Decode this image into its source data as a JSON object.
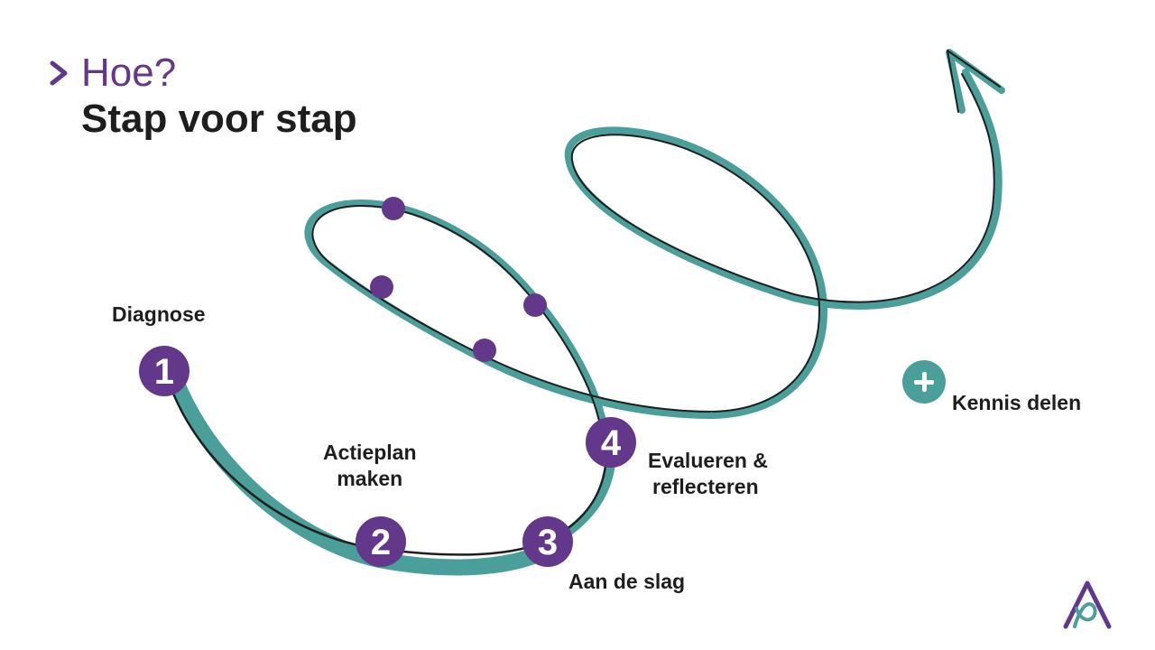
{
  "header": {
    "kicker": "Hoe?",
    "title": "Stap voor stap"
  },
  "steps": [
    {
      "number": "1",
      "label_lines": [
        "Diagnose"
      ]
    },
    {
      "number": "2",
      "label_lines": [
        "Actieplan",
        "maken"
      ]
    },
    {
      "number": "3",
      "label_lines": [
        "Aan de slag"
      ]
    },
    {
      "number": "4",
      "label_lines": [
        "Evalueren &",
        "reflecteren"
      ]
    }
  ],
  "extra": {
    "label": "Kennis delen",
    "icon": "plus-icon"
  },
  "colors": {
    "purple": "#63378a",
    "teal": "#4b9f9a",
    "dark": "#1e1e1e"
  },
  "icons": {
    "header_marker": "chevron-right-icon",
    "logo": "a-logo-icon"
  }
}
